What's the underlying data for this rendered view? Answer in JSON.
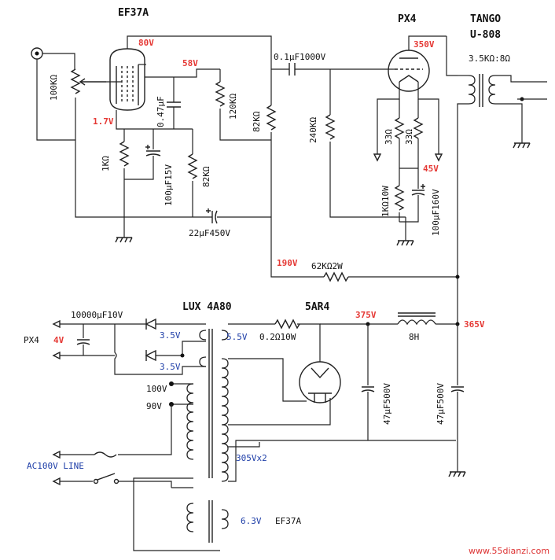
{
  "tubes": {
    "preamp": "EF37A",
    "output": "PX4",
    "rectifier": "5AR4"
  },
  "output_transformer": {
    "brand": "TANGO",
    "model": "U-808",
    "ratio": "3.5KΩ:8Ω"
  },
  "power_transformer": {
    "model": "LUX 4A80"
  },
  "voltages": {
    "ef37a_plate": "80V",
    "ef37a_screen": "58V",
    "ef37a_cathode": "1.7V",
    "px4_plate": "350V",
    "px4_cathode": "45V",
    "b_plus_pre": "190V",
    "rect_out": "375V",
    "b_plus": "365V",
    "heater_px4": "4V"
  },
  "components": {
    "volume": "100KΩ",
    "c_047": "0.47μF",
    "r_120k": "120KΩ",
    "r_82k_a": "82KΩ",
    "r_82k_b": "82KΩ",
    "r_1k": "1KΩ",
    "c_100_15": "100μF15V",
    "c_22_450": "22μF450V",
    "c_coupling": "0.1μF1000V",
    "r_240k": "240KΩ",
    "r_33_a": "33Ω",
    "r_33_b": "33Ω",
    "r_1k_10w": "1KΩ10W",
    "c_100_160": "100μF160V",
    "r_62k": "62KΩ2W",
    "c_10000": "10000μF10V",
    "r_02": "0.2Ω10W",
    "choke": "8H",
    "c_47_a": "47μF500V",
    "c_47_b": "47μF500V"
  },
  "windings": {
    "w1": "3.5V",
    "w2": "3.5V",
    "w3": "5.5V",
    "tap100": "100V",
    "tap90": "90V",
    "hv": "305Vx2",
    "heater": "6.3V",
    "heater_tube": "EF37A"
  },
  "labels": {
    "heater_label": "PX4",
    "ac_line": "AC100V LINE"
  },
  "watermark": "www.55dianzi.com",
  "colors": {
    "voltage": "#e53935",
    "winding": "#1e3ea8"
  }
}
